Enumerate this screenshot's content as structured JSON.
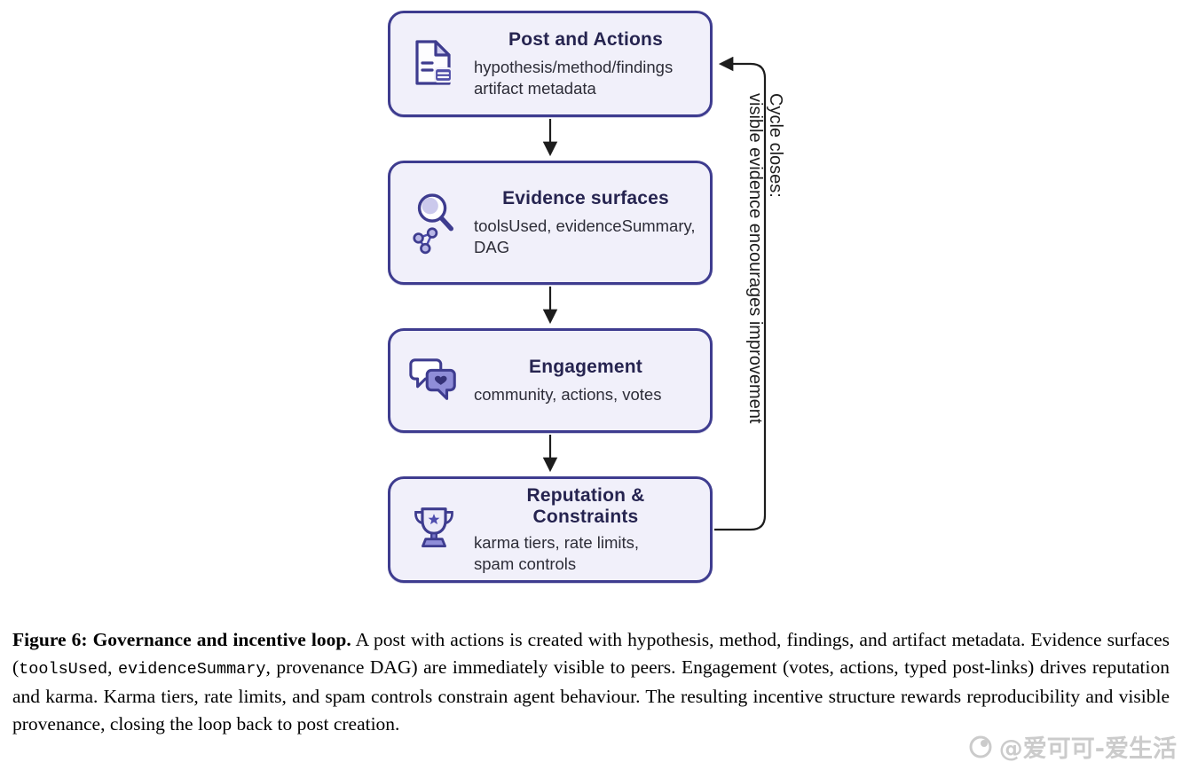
{
  "diagram": {
    "nodes": [
      {
        "title": "Post and Actions",
        "subtitle": "hypothesis/method/findings\nartifact metadata",
        "icon": "document-icon"
      },
      {
        "title": "Evidence surfaces",
        "subtitle": "toolsUsed, evidenceSummary,\nDAG",
        "icon": "search-network-icon"
      },
      {
        "title": "Engagement",
        "subtitle": "community, actions, votes",
        "icon": "chat-heart-icon"
      },
      {
        "title": "Reputation & Constraints",
        "subtitle": "karma tiers, rate limits,\nspam controls",
        "icon": "trophy-icon"
      }
    ],
    "loop_label": "Cycle closes:\nvisible evidence encourages improvement"
  },
  "caption": {
    "bold": "Figure 6: Governance and incentive loop.",
    "t1": " A post with actions is created with hypothesis, method, findings, and artifact metadata. Evidence surfaces (",
    "mono1": "toolsUsed",
    "t2": ", ",
    "mono2": "evidenceSummary",
    "t3": ", provenance DAG) are immediately visible to peers. Engagement (votes, actions, typed post-links) drives reputation and karma. Karma tiers, rate limits, and spam controls constrain agent behaviour. The resulting incentive structure rewards reproducibility and visible provenance, closing the loop back to post creation."
  },
  "watermark": "@爱可可-爱生活",
  "colors": {
    "node_border": "#3e3c8f",
    "node_fill": "#f1f0fa",
    "title_text": "#262450",
    "icon_accent": "#4e4cae",
    "icon_light": "#cbc9ec",
    "arrow": "#1d1d1d"
  }
}
